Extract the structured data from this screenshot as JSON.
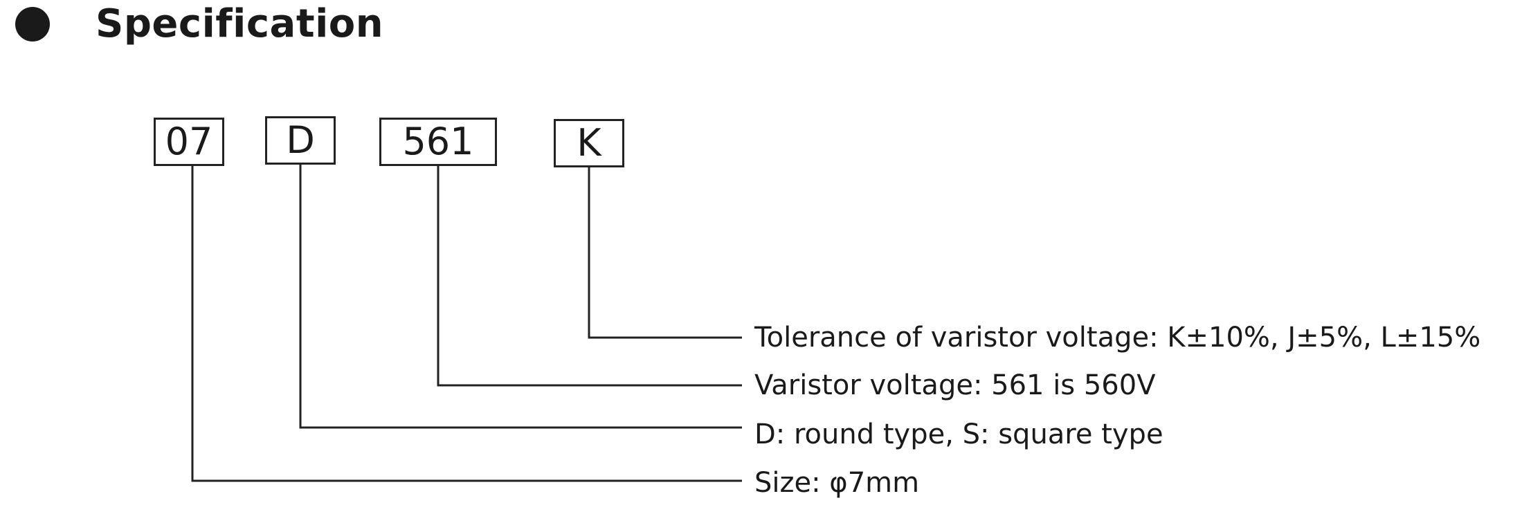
{
  "heading": {
    "title": "Specification",
    "bullet_icon": "filled-circle-icon"
  },
  "part_code": [
    {
      "code": "07",
      "description": "Size: φ7mm"
    },
    {
      "code": "D",
      "description": "D: round type, S: square type"
    },
    {
      "code": "561",
      "description": "Varistor voltage: 561 is 560V"
    },
    {
      "code": "K",
      "description": "Tolerance of varistor voltage: K±10%, J±5%, L±15%"
    }
  ],
  "colors": {
    "text": "#1a1a1a",
    "line": "#222222",
    "background": "#ffffff"
  }
}
